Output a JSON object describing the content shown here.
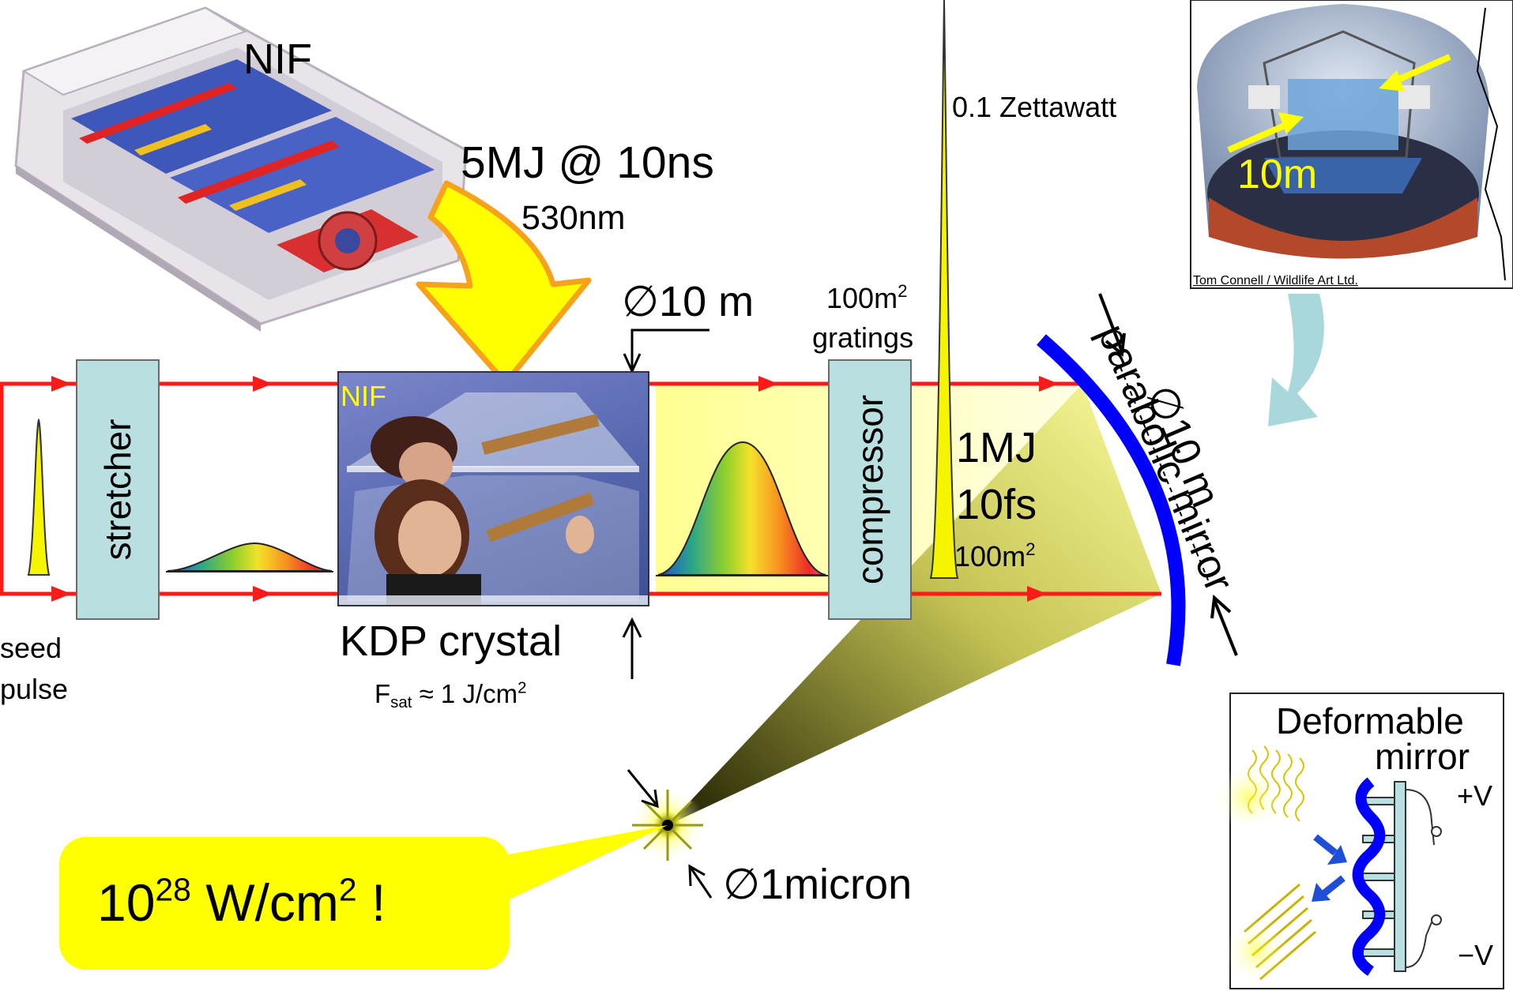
{
  "nif_building": {
    "label": "NIF"
  },
  "pump": {
    "energy": "5MJ @ 10ns",
    "wavelength": "530nm"
  },
  "beam_size": {
    "label": "∅10 m"
  },
  "gratings": {
    "line1": "100m",
    "line1_sup": "2",
    "line2": "gratings"
  },
  "stretcher": {
    "label": "stretcher"
  },
  "compressor": {
    "label": "compressor"
  },
  "kdp_photo": {
    "overlay": "NIF"
  },
  "kdp": {
    "label": "KDP crystal",
    "fsat_prefix": "F",
    "fsat_sub": "sat",
    "fsat_rest": " ≈ 1 J/cm",
    "fsat_sup": "2"
  },
  "seed": {
    "line1": "seed",
    "line2": "pulse"
  },
  "output_pulse": {
    "peak": "0.1 Zettawatt",
    "energy": "1MJ",
    "duration": "10fs",
    "area": "100m",
    "area_sup": "2"
  },
  "telescope": {
    "size": "10m",
    "credit": "Tom Connell / Wildlife Art Ltd."
  },
  "parabolic_mirror": {
    "label": "parabolic mirror",
    "diameter": "∅10 m"
  },
  "focus": {
    "label": "∅1micron"
  },
  "intensity": {
    "base": "10",
    "exp": "28",
    "unit": " W/cm",
    "unit_sup": "2",
    "bang": " !"
  },
  "deformable_mirror": {
    "line1": "Deformable",
    "line2": "mirror",
    "plus": "+V",
    "minus": "−V"
  },
  "colors": {
    "beam": "#ff1a1a",
    "mirror": "#0000ff",
    "box": "#b9dfe0",
    "callout": "#ffff00",
    "arrow": "#a8d8dc"
  }
}
